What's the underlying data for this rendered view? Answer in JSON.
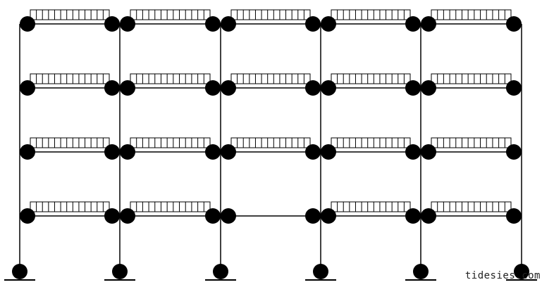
{
  "frame": {
    "bays": 5,
    "stories": 4,
    "line_color": "#000000",
    "background": "#ffffff",
    "loaded_beams": [
      [
        true,
        true,
        true,
        true,
        true
      ],
      [
        true,
        true,
        true,
        true,
        true
      ],
      [
        true,
        true,
        true,
        true,
        true
      ],
      [
        true,
        true,
        false,
        true,
        true
      ]
    ]
  },
  "watermark": "tidesies.com"
}
